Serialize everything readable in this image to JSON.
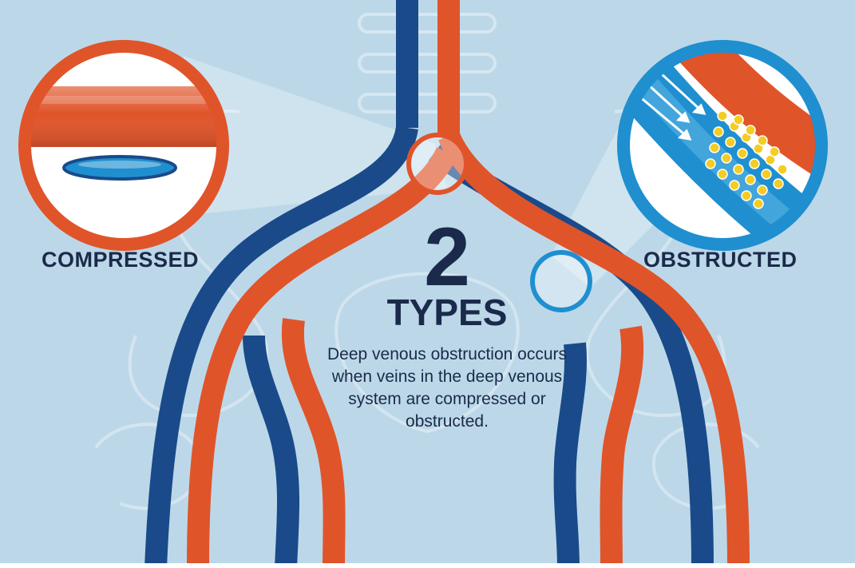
{
  "labels": {
    "left": "COMPRESSED",
    "right": "OBSTRUCTED"
  },
  "center": {
    "number": "2",
    "word": "TYPES",
    "description": "Deep venous obstruction occurs when veins in the deep venous system are compressed or obstructed."
  },
  "colors": {
    "background": "#bcd8e8",
    "vein_blue": "#1a4a8a",
    "artery_orange": "#e0542a",
    "text_navy": "#1b2a4a",
    "clot_yellow": "#f5cc22",
    "lumen_blue": "#1f8fd0"
  }
}
